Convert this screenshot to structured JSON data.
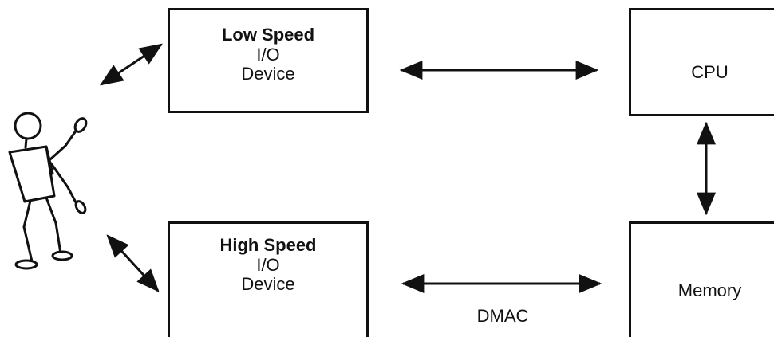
{
  "diagram": {
    "nodes": {
      "low_speed_device": {
        "lines": [
          "Low Speed",
          "I/O",
          "Device"
        ]
      },
      "high_speed_device": {
        "lines": [
          "High Speed",
          "I/O",
          "Device"
        ]
      },
      "cpu": {
        "label": "CPU"
      },
      "memory": {
        "label": "Memory"
      }
    },
    "edges": {
      "dmac_label": "DMAC"
    },
    "colors": {
      "ink": "#111111",
      "background": "#ffffff"
    }
  }
}
